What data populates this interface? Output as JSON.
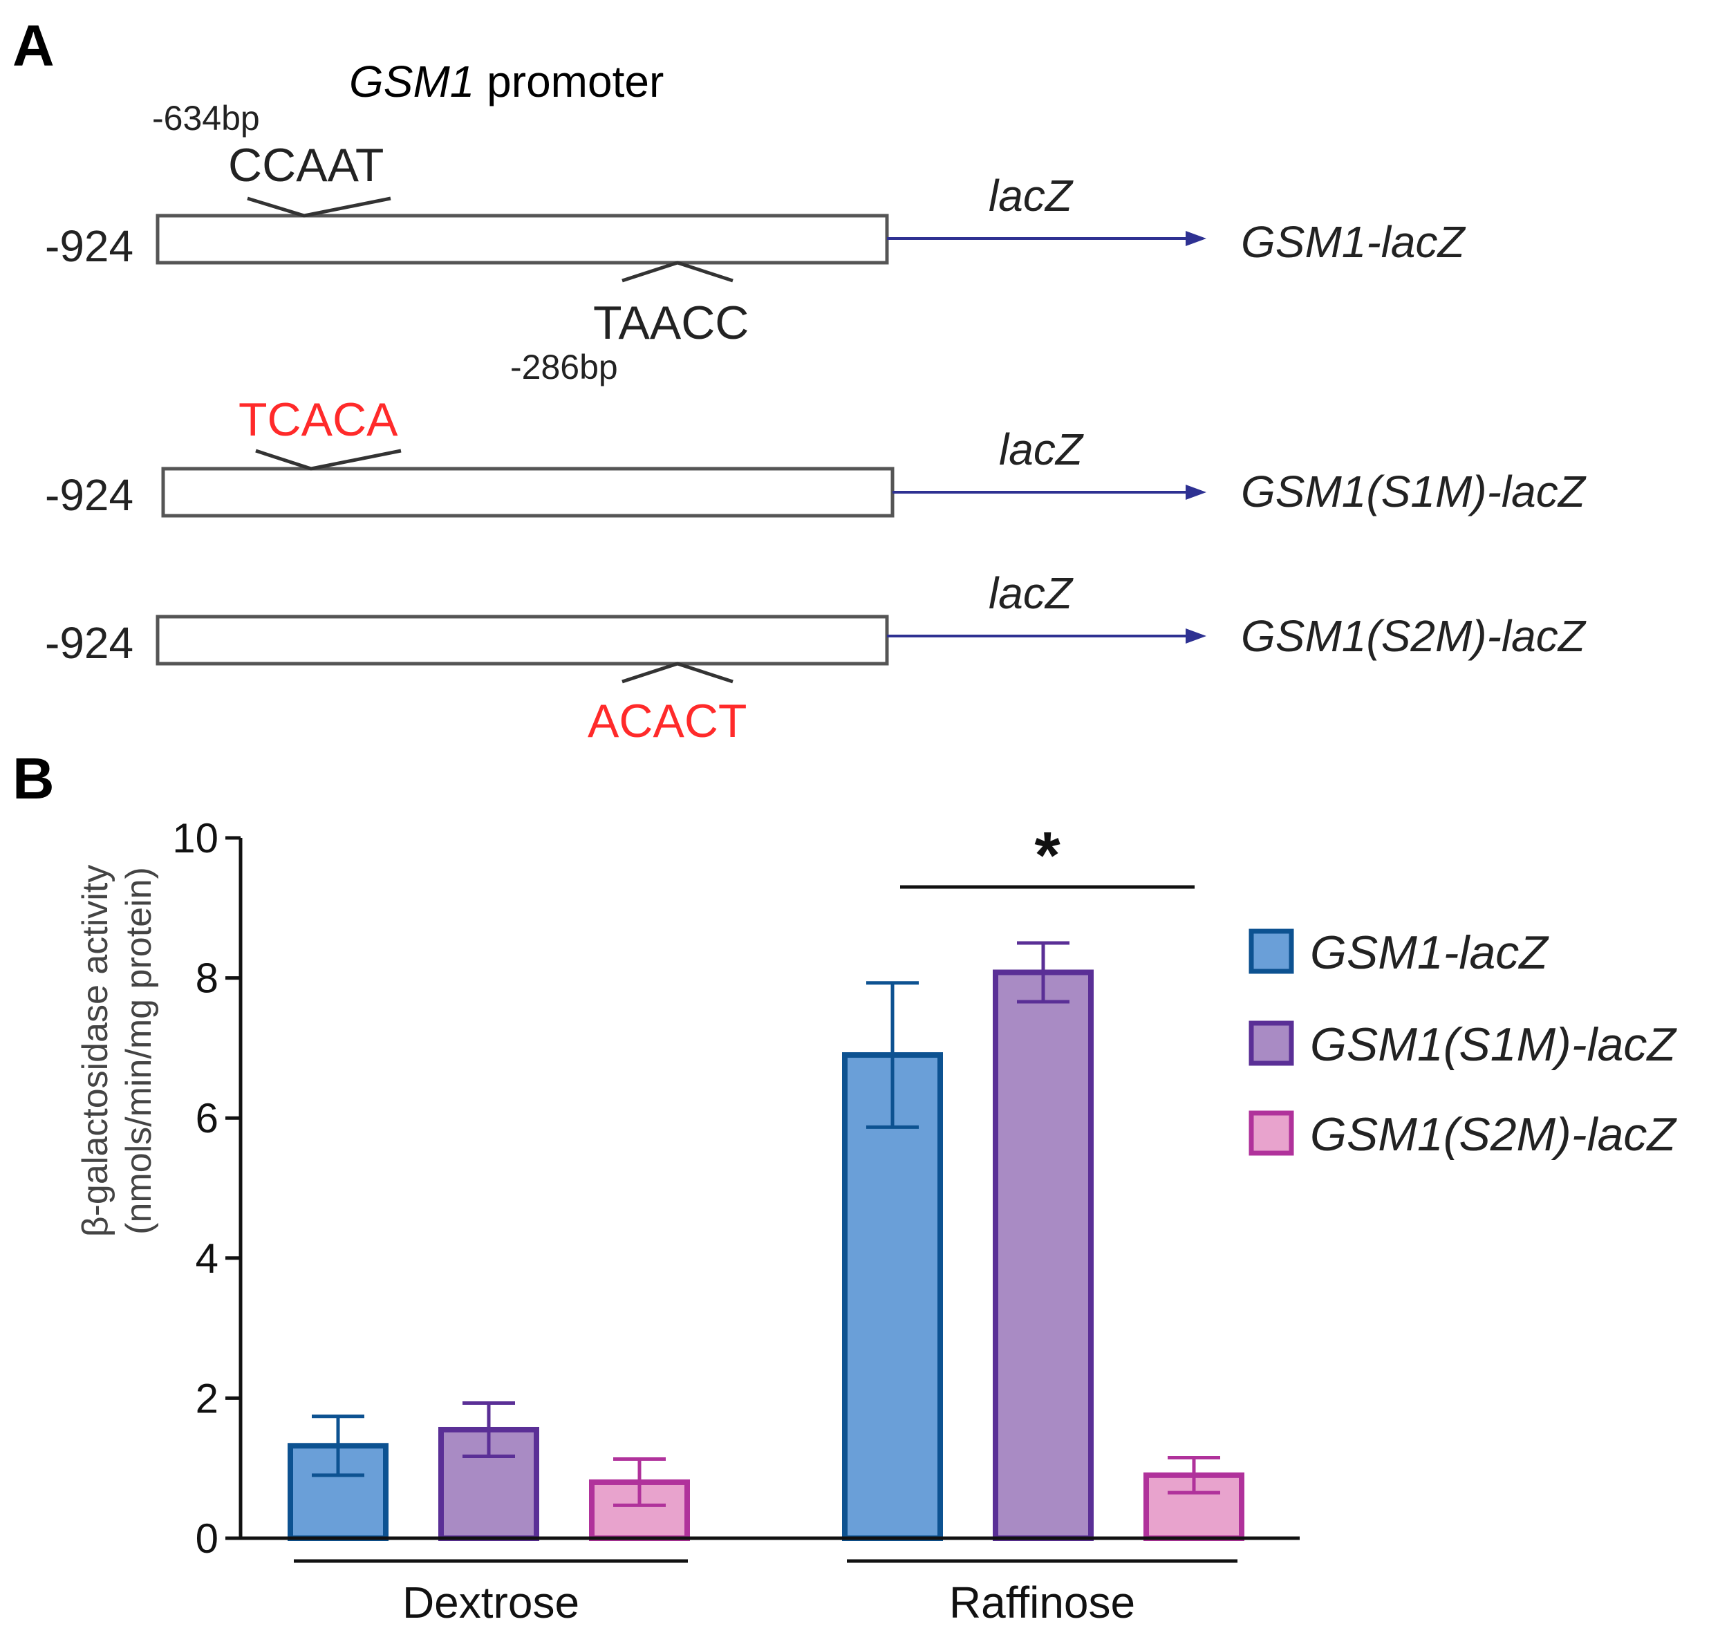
{
  "panel_a": {
    "label": "A",
    "title_gene": "GSM1",
    "title_rest": " promoter",
    "colors": {
      "arrow": "#2e3192",
      "mutation": "#ff2a2a",
      "text": "#222222"
    },
    "constructs": [
      {
        "start_label": "-924",
        "arrow_label": "lacZ",
        "name": "GSM1-lacZ",
        "upper_motif": {
          "text": "CCAAT",
          "mutated": false,
          "position_label": "-634bp"
        },
        "lower_motif": {
          "text": "TAACC",
          "mutated": false,
          "position_label": "-286bp"
        }
      },
      {
        "start_label": "-924",
        "arrow_label": "lacZ",
        "name": "GSM1(S1M)-lacZ",
        "upper_motif": {
          "text": "TCACA",
          "mutated": true,
          "position_label": ""
        },
        "lower_motif": null
      },
      {
        "start_label": "-924",
        "arrow_label": "lacZ",
        "name": "GSM1(S2M)-lacZ",
        "upper_motif": null,
        "lower_motif": {
          "text": "ACACT",
          "mutated": true,
          "position_label": ""
        }
      }
    ]
  },
  "panel_b": {
    "label": "B"
  },
  "chart_data": {
    "type": "bar",
    "title": "",
    "ylabel_line1": "β-galactosidase activity",
    "ylabel_line2": "(nmols/min/mg protein)",
    "xlabel": "",
    "ylim": [
      0,
      10
    ],
    "yticks": [
      0,
      2,
      4,
      6,
      8,
      10
    ],
    "categories": [
      "Dextrose",
      "Raffinose"
    ],
    "series": [
      {
        "name": "GSM1-lacZ",
        "values": [
          1.32,
          6.9
        ],
        "errors": [
          0.42,
          1.03
        ],
        "fill": "#6a9fd8",
        "stroke": "#0d5291"
      },
      {
        "name": "GSM1(S1M)-lacZ",
        "values": [
          1.55,
          8.08
        ],
        "errors": [
          0.38,
          0.42
        ],
        "fill": "#a98bc4",
        "stroke": "#5a2f96"
      },
      {
        "name": "GSM1(S2M)-lacZ",
        "values": [
          0.8,
          0.9
        ],
        "errors": [
          0.33,
          0.25
        ],
        "fill": "#e8a3cd",
        "stroke": "#b0329b"
      }
    ],
    "significance": {
      "label": "*",
      "category": "Raffinose"
    },
    "legend_position": "right"
  }
}
